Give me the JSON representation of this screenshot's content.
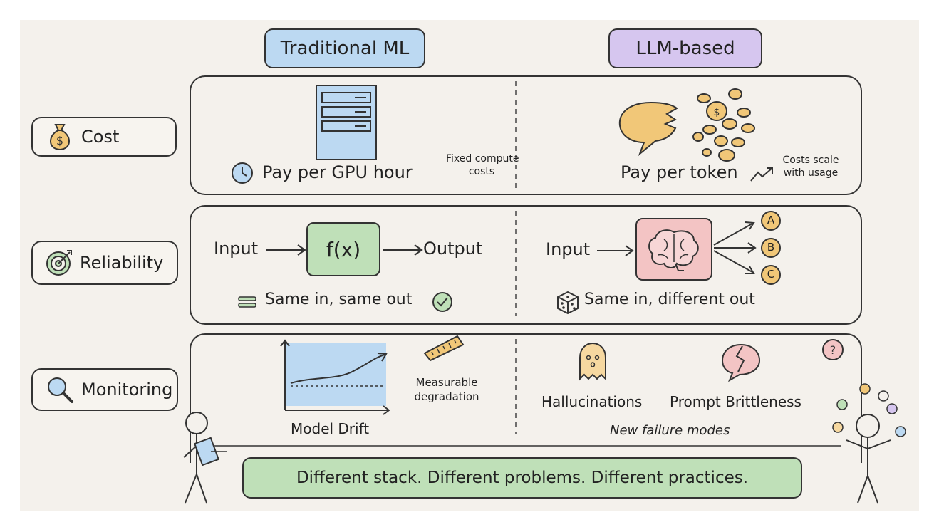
{
  "headers": {
    "traditional": "Traditional ML",
    "llm": "LLM-based"
  },
  "rows": {
    "cost": "Cost",
    "reliability": "Reliability",
    "monitoring": "Monitoring"
  },
  "cost": {
    "ml_label": "Pay per GPU hour",
    "ml_note_line1": "Fixed compute",
    "ml_note_line2": "costs",
    "llm_label": "Pay per token",
    "llm_note_line1": "Costs scale",
    "llm_note_line2": "with usage",
    "coin_symbol": "$"
  },
  "reliability": {
    "ml_input": "Input",
    "ml_function": "f(x)",
    "ml_output": "Output",
    "ml_caption": "Same in, same out",
    "llm_input": "Input",
    "llm_outputs": [
      "A",
      "B",
      "C"
    ],
    "llm_caption": "Same in, different out"
  },
  "monitoring": {
    "ml_note_line1": "Measurable",
    "ml_note_line2": "degradation",
    "ml_label": "Model Drift",
    "llm_item1": "Hallucinations",
    "llm_item2": "Prompt Brittleness",
    "llm_label": "New failure modes",
    "question_mark": "?"
  },
  "footer": "Different stack. Different problems. Different practices.",
  "colors": {
    "background": "#f4f1ec",
    "ml_header": "#bcd9f2",
    "llm_header": "#d6c6ef",
    "green": "#bfe0b8",
    "pink": "#f3c4c4",
    "coin": "#f1c778",
    "ghost": "#f6d8a0"
  },
  "icons": [
    "money-bag-icon",
    "target-icon",
    "magnifier-icon",
    "clock-icon",
    "trend-up-icon",
    "equals-icon",
    "check-circle-icon",
    "dice-icon",
    "brain-icon",
    "ruler-icon",
    "ghost-icon",
    "broken-speech-bubble-icon",
    "question-bubble-icon",
    "server-icon",
    "chat-bubble-icon",
    "coin-icon"
  ]
}
